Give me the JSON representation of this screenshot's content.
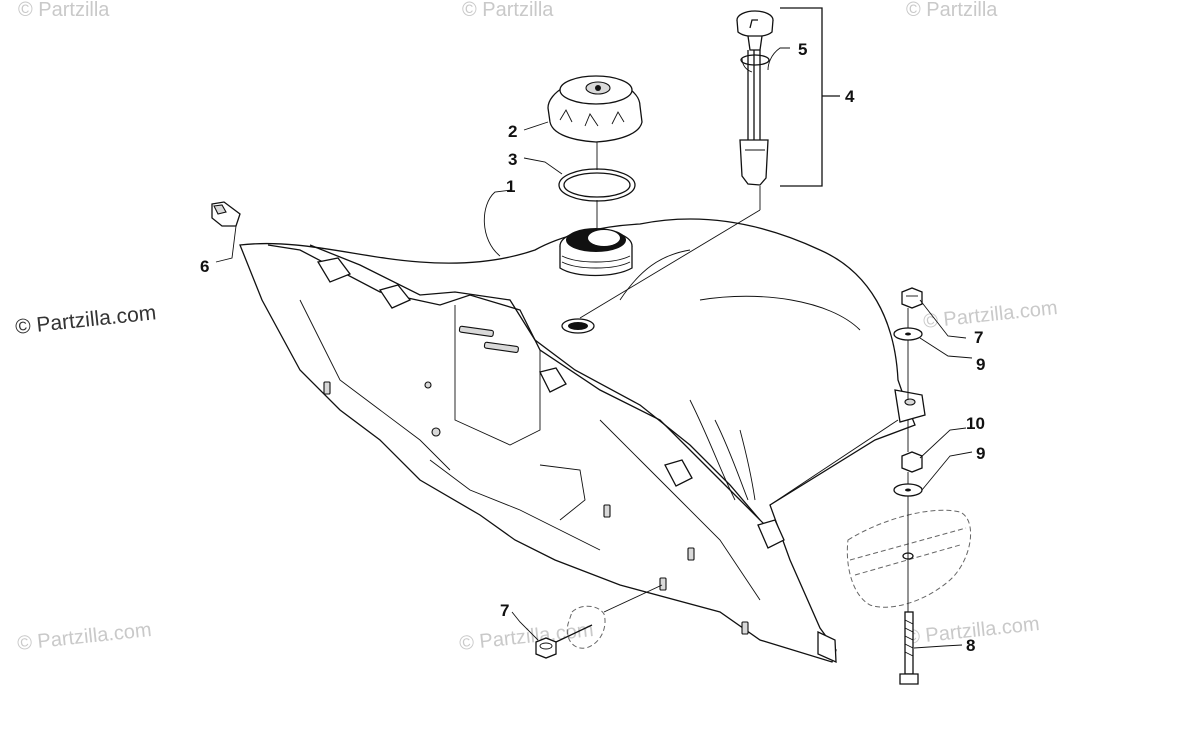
{
  "watermarks": {
    "brand": "© Partzilla.com",
    "faint_prefix": "© ",
    "faint_name": "Partzilla.com",
    "truncated": "© Partzilla"
  },
  "callouts": {
    "c1": "1",
    "c2": "2",
    "c3": "3",
    "c4": "4",
    "c5": "5",
    "c6": "6",
    "c7a": "7",
    "c7b": "7",
    "c8": "8",
    "c9a": "9",
    "c9b": "9",
    "c10": "10"
  },
  "colors": {
    "line": "#111111",
    "watermark": "#c9c9c9",
    "background": "#ffffff"
  }
}
